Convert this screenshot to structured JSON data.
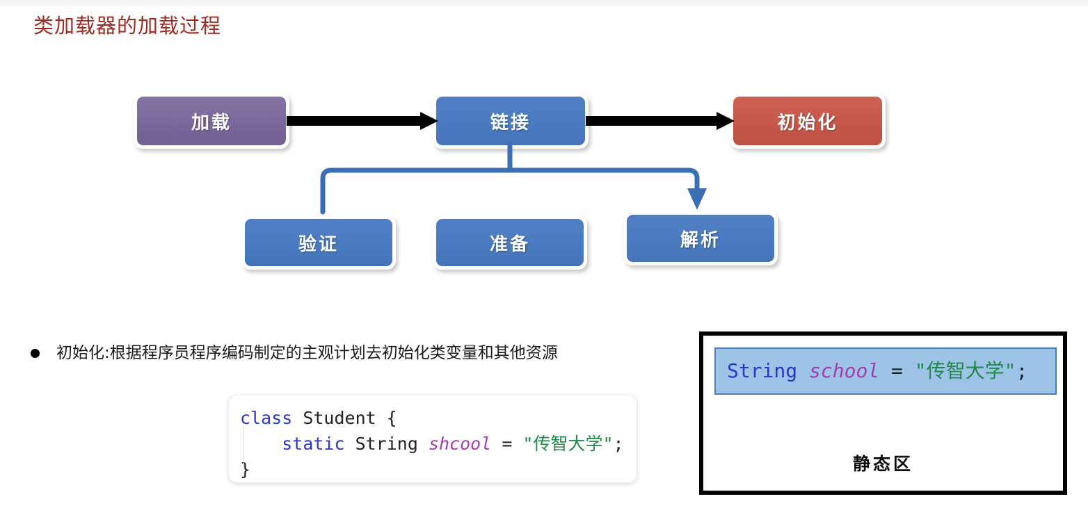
{
  "slide": {
    "title": "类加载器的加载过程",
    "title_color": "#9e2a21",
    "background": "#ffffff"
  },
  "flow": {
    "top_row": [
      {
        "id": "load",
        "label": "加载",
        "color": "#7a689a",
        "color_name": "purple"
      },
      {
        "id": "link",
        "label": "链接",
        "color": "#4a7bc0",
        "color_name": "blue"
      },
      {
        "id": "init",
        "label": "初始化",
        "color": "#c6574a",
        "color_name": "red"
      }
    ],
    "sub_row": [
      {
        "id": "verify",
        "label": "验证",
        "color": "#4a7bc0"
      },
      {
        "id": "prepare",
        "label": "准备",
        "color": "#4a7bc0"
      },
      {
        "id": "parse",
        "label": "解析",
        "color": "#4a7bc0"
      }
    ],
    "arrows": [
      {
        "id": "load-to-link",
        "from": "加载",
        "to": "链接",
        "style": "solid-black-arrow"
      },
      {
        "id": "link-to-init",
        "from": "链接",
        "to": "初始化",
        "style": "solid-black-arrow"
      }
    ],
    "branch": {
      "from": "链接",
      "to": [
        "验证",
        "准备",
        "解析"
      ],
      "color": "#3b6fb5",
      "arrowhead_on": "解析"
    }
  },
  "bullet": {
    "marker": "bullet-dot",
    "text": "初始化:根据程序员程序编码制定的主观计划去初始化类变量和其他资源"
  },
  "code_card": {
    "lines": [
      {
        "tokens": [
          {
            "t": "class",
            "c": "kw"
          },
          {
            "t": " Student {",
            "c": "pl"
          }
        ]
      },
      {
        "tokens": [
          {
            "t": "    ",
            "c": "pl"
          },
          {
            "t": "static",
            "c": "kw"
          },
          {
            "t": " String ",
            "c": "type"
          },
          {
            "t": "shcool",
            "c": "var"
          },
          {
            "t": " = ",
            "c": "pl"
          },
          {
            "t": "\"传智大学\"",
            "c": "str"
          },
          {
            "t": ";",
            "c": "pl"
          }
        ]
      },
      {
        "tokens": [
          {
            "t": "}",
            "c": "pl"
          }
        ]
      }
    ],
    "plain_text": "class Student {\n    static String shcool = \"传智大学\";\n}"
  },
  "static_area": {
    "label": "静态区",
    "statement_tokens": [
      {
        "t": "String ",
        "c": "kw"
      },
      {
        "t": "school",
        "c": "var"
      },
      {
        "t": " = ",
        "c": "pl"
      },
      {
        "t": "\"传智大学\"",
        "c": "str"
      },
      {
        "t": ";",
        "c": "pl"
      }
    ],
    "statement_plain": "String school = \"传智大学\";",
    "statement_fill": "#9dc3e6",
    "border_color": "#000000"
  }
}
